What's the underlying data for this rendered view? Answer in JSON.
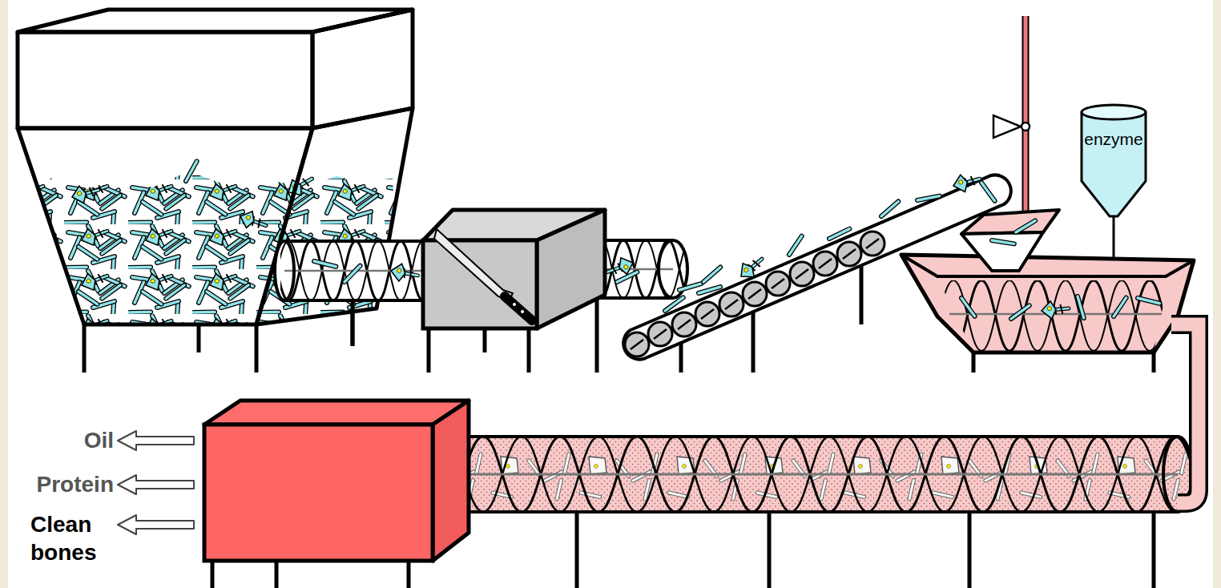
{
  "diagram": {
    "nodes": [
      {
        "text": [
          "enzyme"
        ]
      }
    ],
    "labels": [
      "Oil",
      "Protein",
      "Clean bones"
    ]
  }
}
